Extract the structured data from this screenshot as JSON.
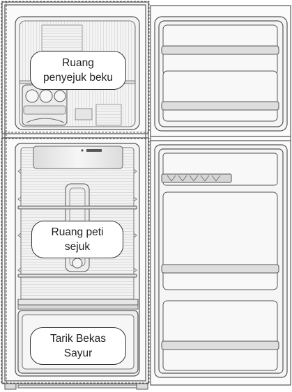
{
  "labels": {
    "freezer": [
      "Ruang",
      "penyejuk beku"
    ],
    "fridge": [
      "Ruang peti",
      "sejuk"
    ],
    "crisper": [
      "Tarik Bekas",
      "Sayur"
    ]
  }
}
